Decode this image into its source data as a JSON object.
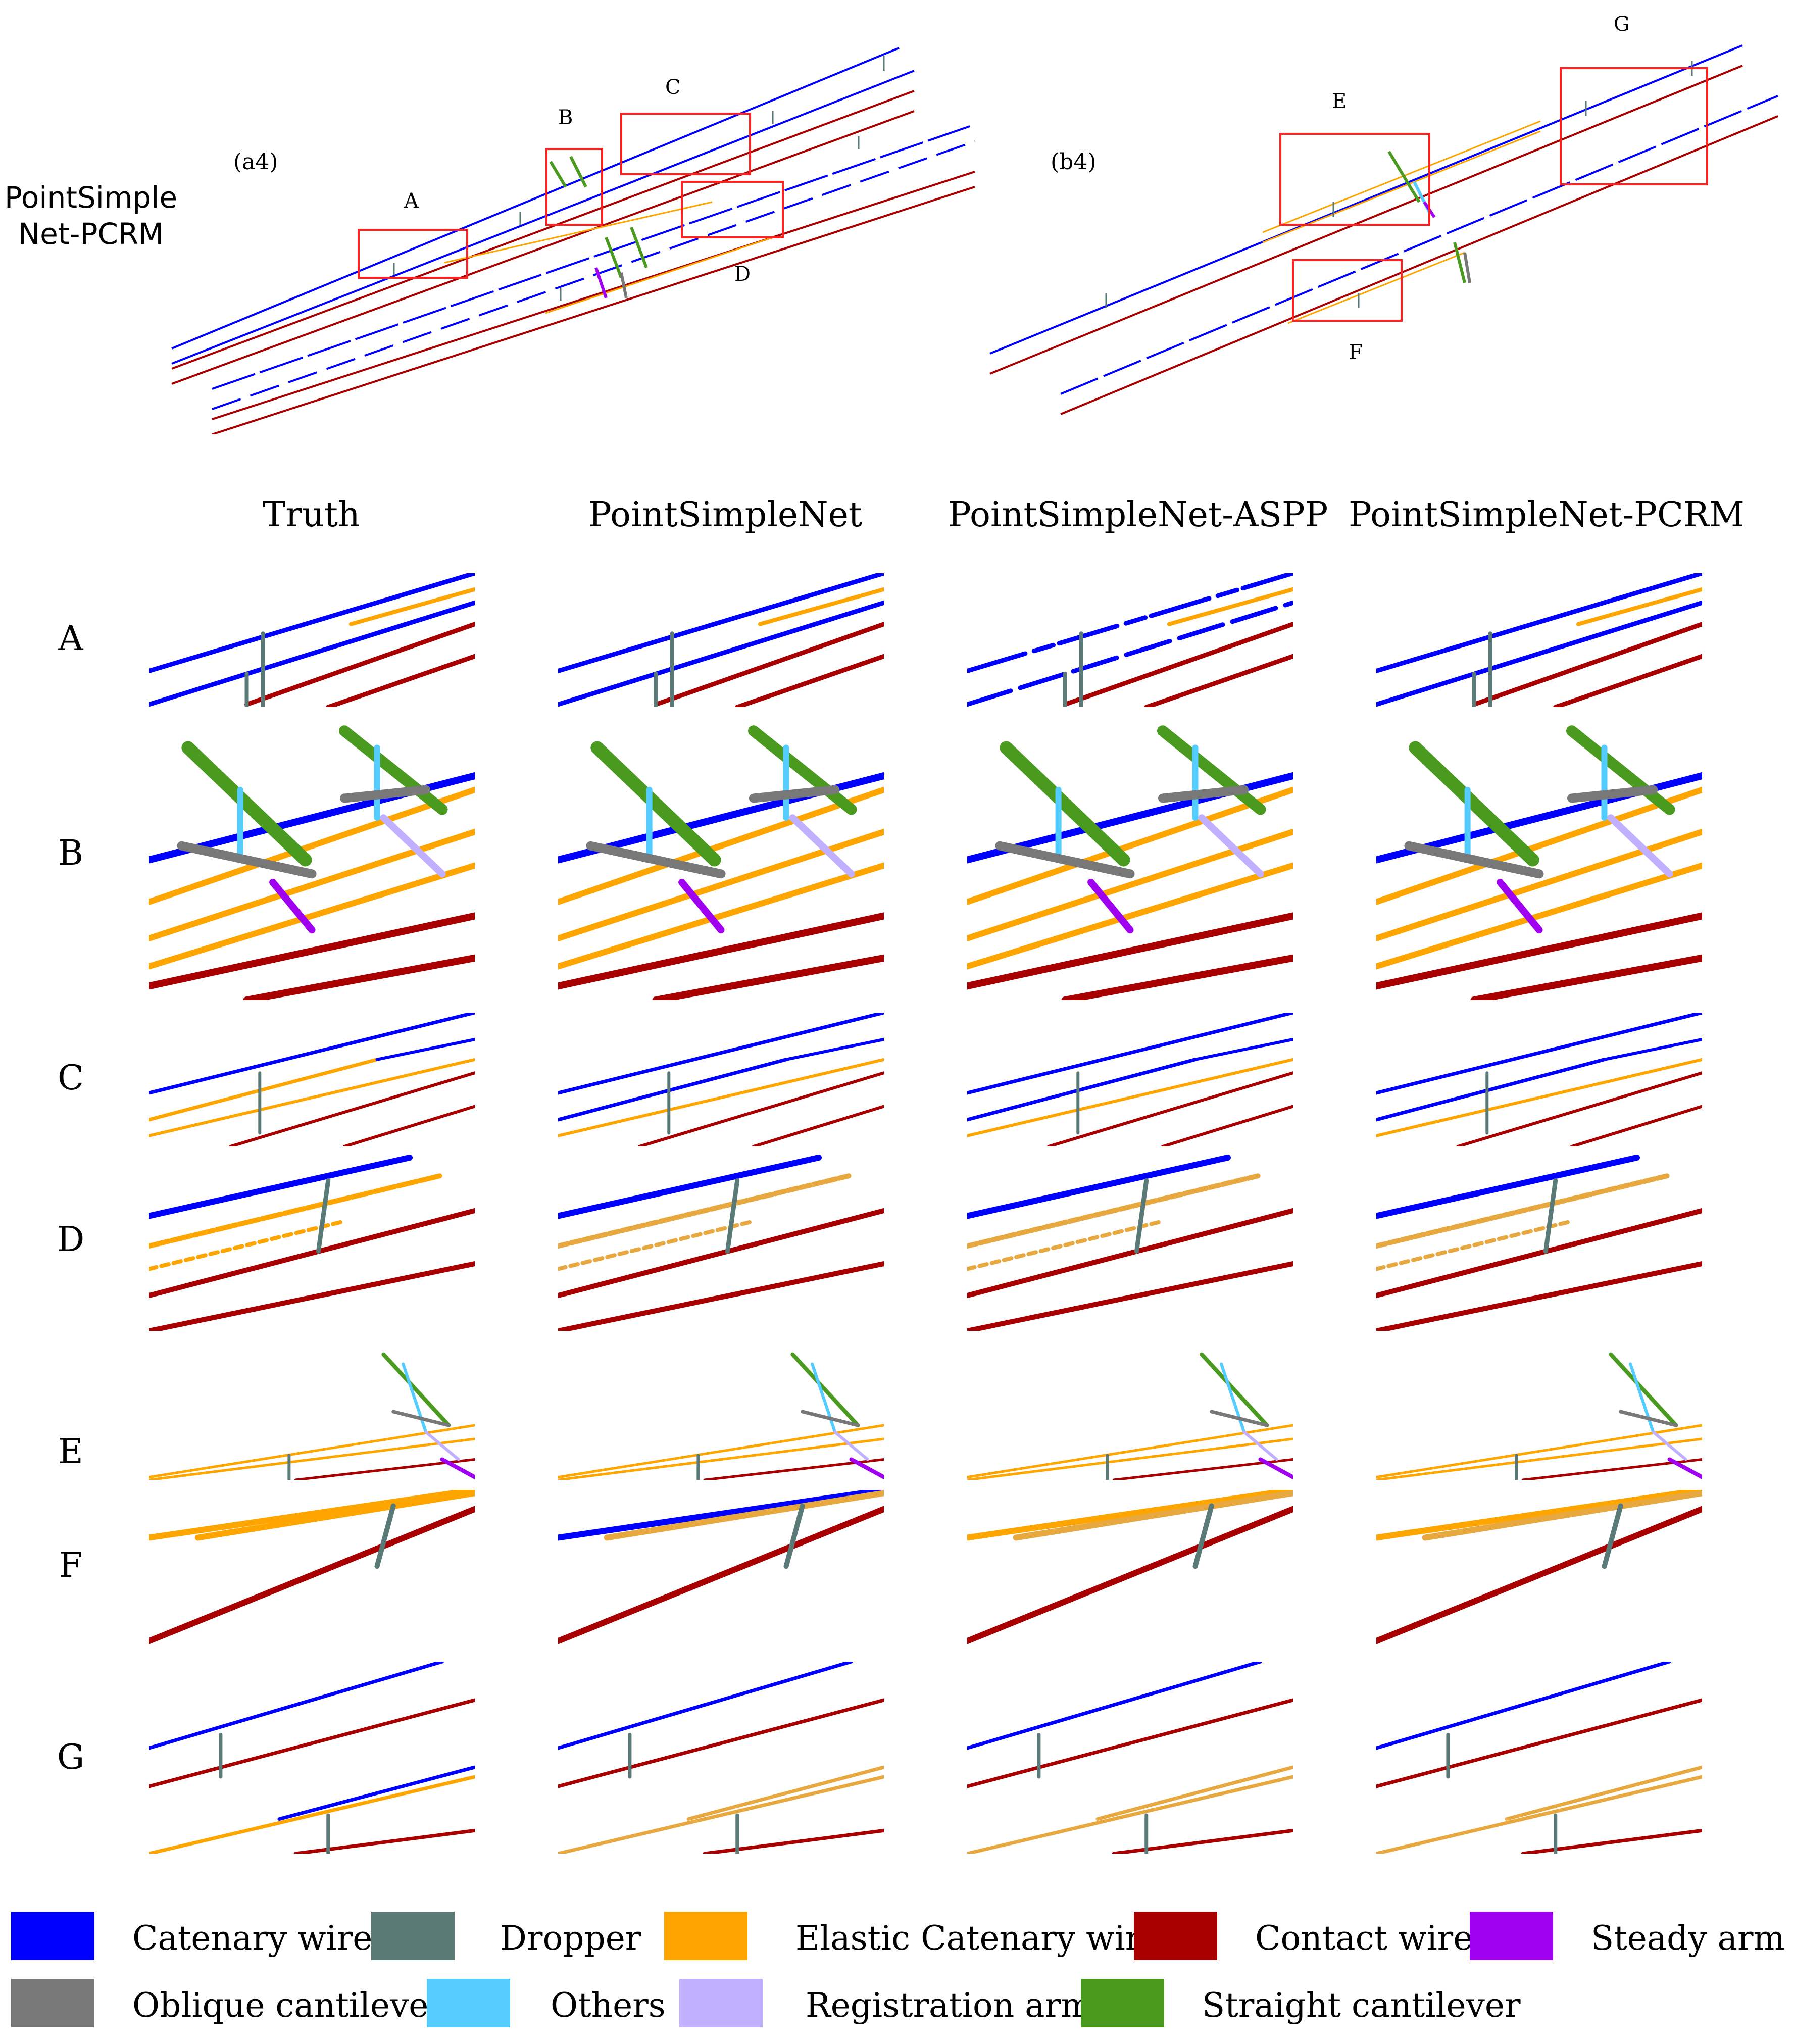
{
  "top": {
    "row_label_line1": "PointSimple",
    "row_label_line2": "Net-PCRM",
    "left_tag": "(a4)",
    "right_tag": "(b4)",
    "box_labels": [
      "A",
      "B",
      "C",
      "D",
      "E",
      "F",
      "G"
    ]
  },
  "columns": [
    "Truth",
    "PointSimpleNet",
    "PointSimpleNet-ASPP",
    "PointSimpleNet-PCRM"
  ],
  "rows": [
    "A",
    "B",
    "C",
    "D",
    "E",
    "F",
    "G"
  ],
  "legend": [
    {
      "label": "Catenary wire",
      "color": "#0000ff"
    },
    {
      "label": "Dropper",
      "color": "#5a7a78"
    },
    {
      "label": "Elastic Catenary wire",
      "color": "#ffa500"
    },
    {
      "label": "Contact wire",
      "color": "#a80000"
    },
    {
      "label": "Steady arm",
      "color": "#a000f0"
    },
    {
      "label": "Oblique cantilever",
      "color": "#787878"
    },
    {
      "label": "Others",
      "color": "#55ccff"
    },
    {
      "label": "Registration arm",
      "color": "#c0b0ff"
    },
    {
      "label": "Straight cantilever",
      "color": "#4a9a20"
    }
  ]
}
